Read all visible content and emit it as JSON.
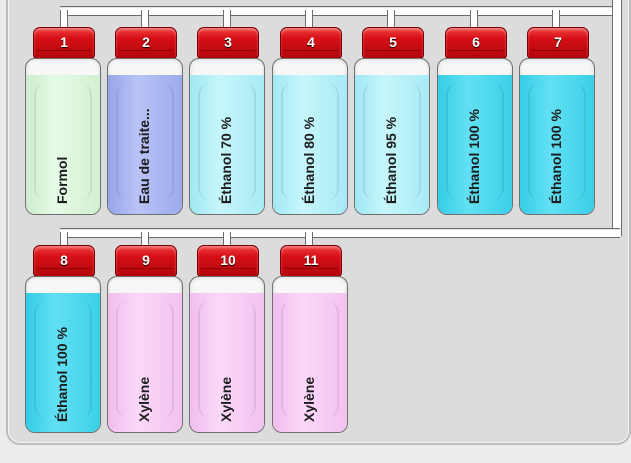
{
  "bottles": [
    {
      "number": "1",
      "label": "Formol",
      "color": "#dbf7db"
    },
    {
      "number": "2",
      "label": "Eau de traite...",
      "color": "#aab6f2"
    },
    {
      "number": "3",
      "label": "Éthanol 70 %",
      "color": "#b4f0f8"
    },
    {
      "number": "4",
      "label": "Éthanol 80 %",
      "color": "#b4f0f8"
    },
    {
      "number": "5",
      "label": "Éthanol 95 %",
      "color": "#b4f0f8"
    },
    {
      "number": "6",
      "label": "Éthanol 100 %",
      "color": "#49d8ef"
    },
    {
      "number": "7",
      "label": "Éthanol 100 %",
      "color": "#49d8ef"
    },
    {
      "number": "8",
      "label": "Éthanol 100 %",
      "color": "#49d8ef"
    },
    {
      "number": "9",
      "label": "Xylène",
      "color": "#f7c9f4"
    },
    {
      "number": "10",
      "label": "Xylène",
      "color": "#f7c9f4"
    },
    {
      "number": "11",
      "label": "Xylène",
      "color": "#f7c9f4"
    }
  ]
}
